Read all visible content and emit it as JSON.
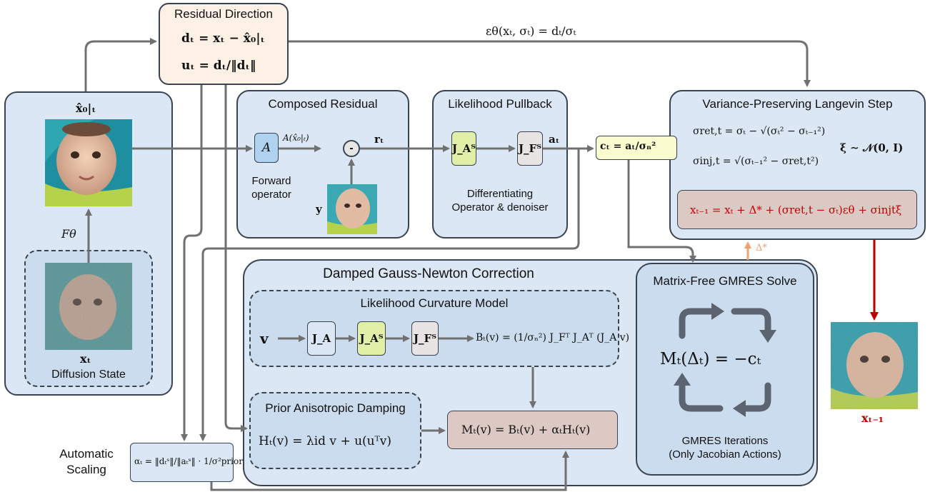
{
  "colors": {
    "panel": "#dbe7f4",
    "inner_panel": "#cbdcee",
    "residual_bg": "#fdf1e6",
    "op_A": "#aed2ef",
    "op_JA": "#e2efa6",
    "op_JF": "#e9e4e4",
    "ct_box": "#fbfbd0",
    "update_box": "#dcc9c4",
    "update_text": "#c00000",
    "arrow": "#707070",
    "delta_arrow": "#f0a070",
    "output_arrow": "#c00000"
  },
  "residual_direction": {
    "title": "Residual Direction",
    "eq_d": "dₜ = xₜ − x̂₀|ₜ",
    "eq_u": "uₜ = dₜ/‖dₜ‖"
  },
  "eps_label": "εθ(xₜ, σₜ) = dₜ/σₜ",
  "diffusion": {
    "x0_label": "x̂₀|ₜ",
    "f_theta": "Fθ",
    "xt_label": "xₜ",
    "state_label": "Diffusion State"
  },
  "composed": {
    "title": "Composed Residual",
    "op_label": "A",
    "a_of_x0": "A(x̂₀|ₜ)",
    "minus": "-",
    "r_t": "rₜ",
    "forward_label": "Forward\noperator",
    "y_label": "y"
  },
  "likelihood_pullback": {
    "title": "Likelihood Pullback",
    "ja_t": "J_Aᵀ",
    "jf_t": "J_Fᵀ",
    "a_t": "aₜ",
    "desc": "Differentiating\nOperator & denoiser"
  },
  "c_t": "cₜ = aₜ/σₙ²",
  "langevin": {
    "title": "Variance-Preserving Langevin Step",
    "sigma_ret": "σret,t = σₜ − √(σₜ² − σₜ₋₁²)",
    "sigma_inj": "σinj,t = √(σₜ₋₁² − σret,t²)",
    "xi": "ξ ∼ 𝒩(0, I)",
    "update": "xₜ₋₁ = xₜ + Δ* + (σret,t − σₜ)εθ + σinjtξ"
  },
  "delta_star": "Δ*",
  "output_label": "xₜ₋₁",
  "gauss_newton": {
    "title": "Damped Gauss-Newton Correction",
    "curvature_title": "Likelihood Curvature Model",
    "v": "v",
    "j_a": "J_A",
    "ja_t": "J_Aᵀ",
    "jf_t": "J_Fᵀ",
    "b_eq": "Bₜ(v) = (1/σₙ²) J_Fᵀ J_Aᵀ (J_A v)",
    "prior_title": "Prior Anisotropic Damping",
    "h_eq": "Hₜ(v) = λid v + u(uᵀv)",
    "m_eq": "Mₜ(v) = Bₜ(v) + αₜHₜ(v)"
  },
  "gmres": {
    "title": "Matrix-Free GMRES Solve",
    "eq": "Mₜ(Δₜ) = −cₜ",
    "iter_label": "GMRES Iterations\n(Only Jacobian Actions)"
  },
  "scaling": {
    "label": "Automatic\nScaling",
    "eq": "αₜ = ‖dₜˢ‖/‖aₜˢ‖ · 1/σ²prior"
  }
}
